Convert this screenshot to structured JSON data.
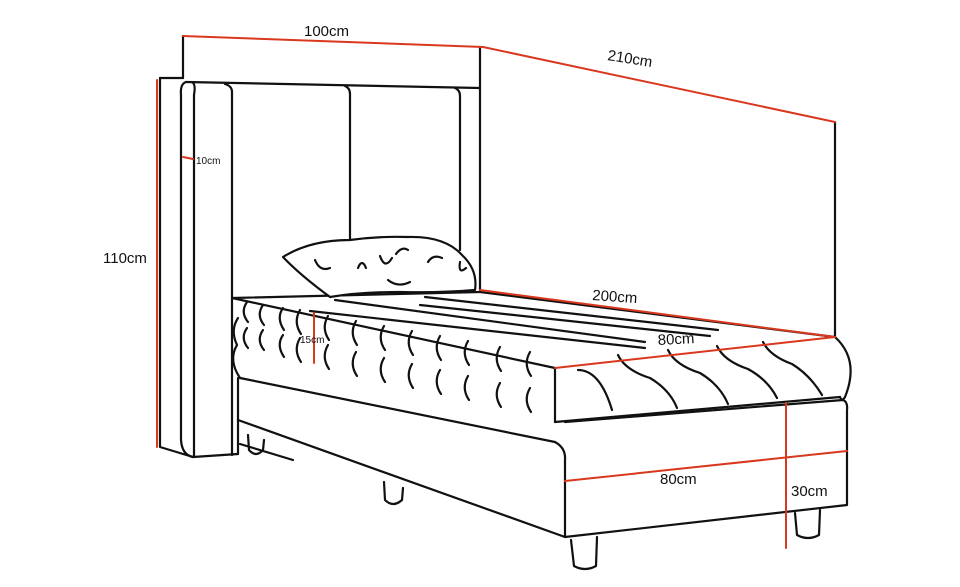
{
  "diagram": {
    "subject": "single bed with headboard - dimension drawing",
    "colors": {
      "outline": "#111111",
      "dimension_line": "#d9381e",
      "background": "#ffffff"
    },
    "dimensions": {
      "headboard_width": "100cm",
      "total_length": "210cm",
      "headboard_height": "110cm",
      "headboard_thickness": "10cm",
      "mattress_thickness": "15cm",
      "mattress_length": "200cm",
      "mattress_width": "80cm",
      "base_width": "80cm",
      "base_height": "30cm"
    }
  }
}
